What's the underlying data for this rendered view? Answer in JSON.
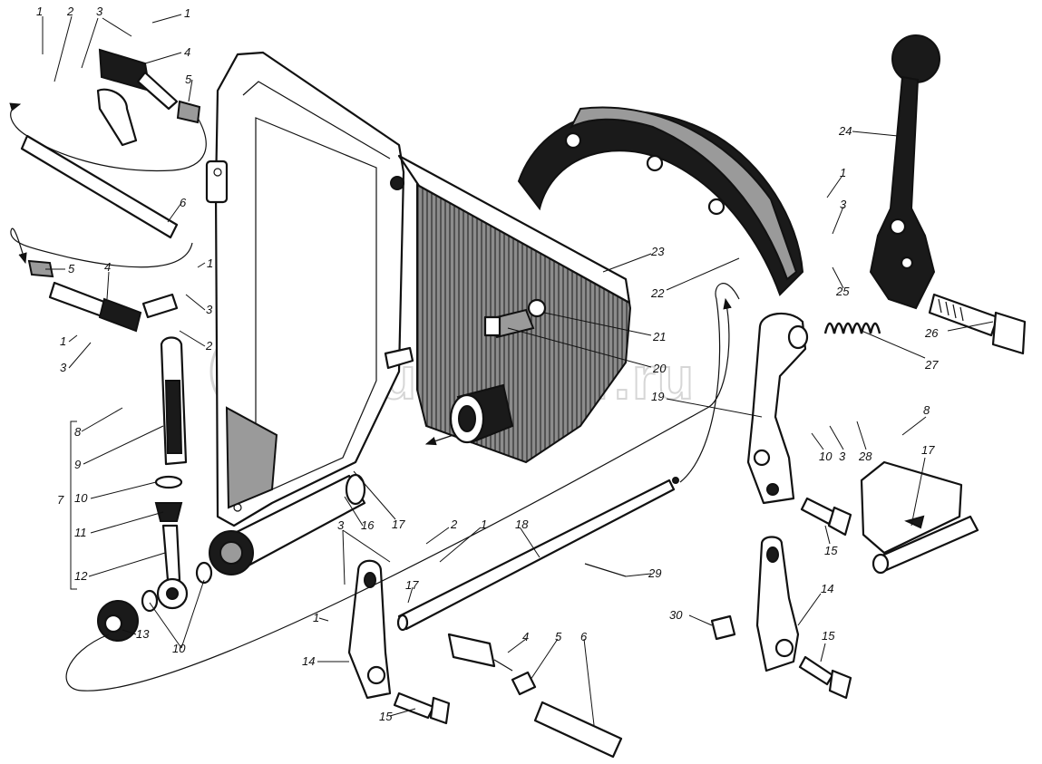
{
  "watermark": {
    "text": "autopiter.ru"
  },
  "callouts": [
    {
      "id": "c1a",
      "text": "1"
    },
    {
      "id": "c2a",
      "text": "2"
    },
    {
      "id": "c3a",
      "text": "3"
    },
    {
      "id": "c1b",
      "text": "1"
    },
    {
      "id": "c4a",
      "text": "4"
    },
    {
      "id": "c5a",
      "text": "5"
    },
    {
      "id": "c6a",
      "text": "6"
    },
    {
      "id": "c5b",
      "text": "5"
    },
    {
      "id": "c4b",
      "text": "4"
    },
    {
      "id": "c1c",
      "text": "1"
    },
    {
      "id": "c3b",
      "text": "3"
    },
    {
      "id": "c1d",
      "text": "1"
    },
    {
      "id": "c3c",
      "text": "3"
    },
    {
      "id": "c2b",
      "text": "2"
    },
    {
      "id": "c8a",
      "text": "8"
    },
    {
      "id": "c9",
      "text": "9"
    },
    {
      "id": "c7",
      "text": "7"
    },
    {
      "id": "c10a",
      "text": "10"
    },
    {
      "id": "c11",
      "text": "11"
    },
    {
      "id": "c12",
      "text": "12"
    },
    {
      "id": "c13",
      "text": "13"
    },
    {
      "id": "c10b",
      "text": "10"
    },
    {
      "id": "c16",
      "text": "16"
    },
    {
      "id": "c17a",
      "text": "17"
    },
    {
      "id": "c3d",
      "text": "3"
    },
    {
      "id": "c2c",
      "text": "2"
    },
    {
      "id": "c1e",
      "text": "1"
    },
    {
      "id": "c18",
      "text": "18"
    },
    {
      "id": "c17b",
      "text": "17"
    },
    {
      "id": "c1f",
      "text": "1"
    },
    {
      "id": "c14a",
      "text": "14"
    },
    {
      "id": "c15a",
      "text": "15"
    },
    {
      "id": "c4c",
      "text": "4"
    },
    {
      "id": "c5c",
      "text": "5"
    },
    {
      "id": "c6b",
      "text": "6"
    },
    {
      "id": "c23",
      "text": "23"
    },
    {
      "id": "c22",
      "text": "22"
    },
    {
      "id": "c21",
      "text": "21"
    },
    {
      "id": "c20",
      "text": "20"
    },
    {
      "id": "c19",
      "text": "19"
    },
    {
      "id": "c24",
      "text": "24"
    },
    {
      "id": "c1g",
      "text": "1"
    },
    {
      "id": "c3e",
      "text": "3"
    },
    {
      "id": "c25",
      "text": "25"
    },
    {
      "id": "c26",
      "text": "26"
    },
    {
      "id": "c27",
      "text": "27"
    },
    {
      "id": "c8b",
      "text": "8"
    },
    {
      "id": "c10c",
      "text": "10"
    },
    {
      "id": "c3f",
      "text": "3"
    },
    {
      "id": "c28",
      "text": "28"
    },
    {
      "id": "c17c",
      "text": "17"
    },
    {
      "id": "c15b",
      "text": "15"
    },
    {
      "id": "c29",
      "text": "29"
    },
    {
      "id": "c30",
      "text": "30"
    },
    {
      "id": "c14b",
      "text": "14"
    },
    {
      "id": "c15c",
      "text": "15"
    }
  ]
}
